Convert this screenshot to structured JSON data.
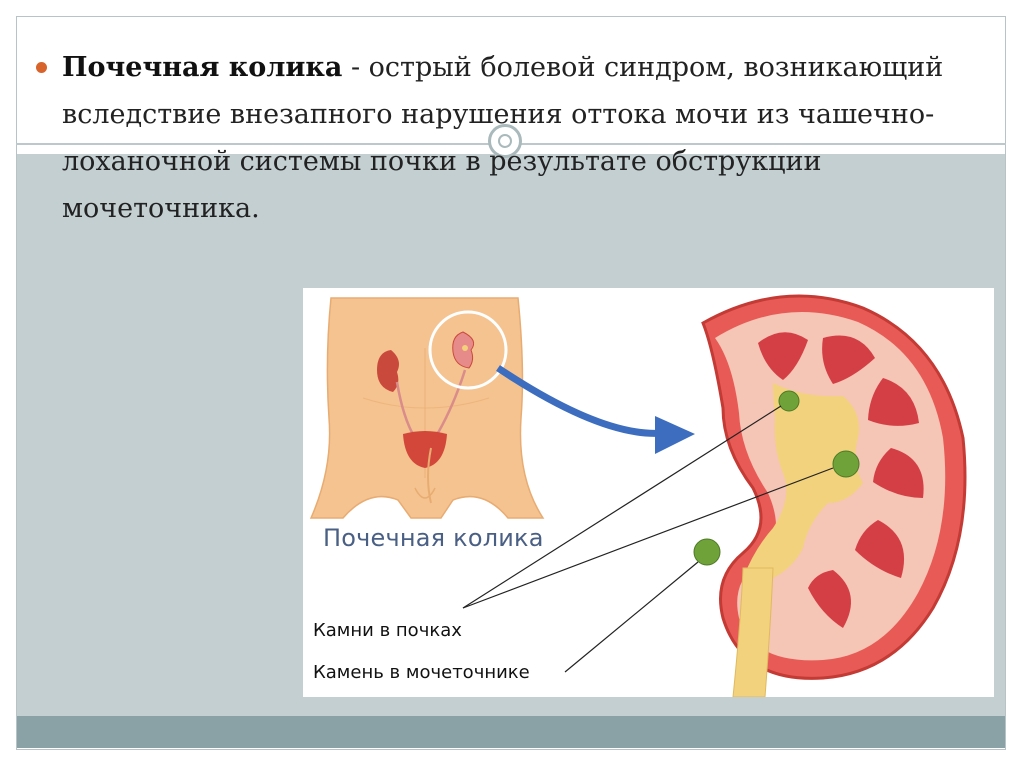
{
  "slide": {
    "bullet_term": "Почечная колика",
    "bullet_text": " - острый болевой синдром, возникающий вследствие внезапного нарушения оттока мочи из чашечно-лоханочной системы почки в результате обструкции мочеточника."
  },
  "figure": {
    "caption": "Почечная колика",
    "label_stones_kidney": "Камни в почках",
    "label_stone_ureter": "Камень в мочеточнике"
  },
  "colors": {
    "bullet": "#d8642b",
    "band": "#c4cfd1",
    "bottom_bar": "#8aa1a5",
    "caption": "#4a5f84"
  }
}
